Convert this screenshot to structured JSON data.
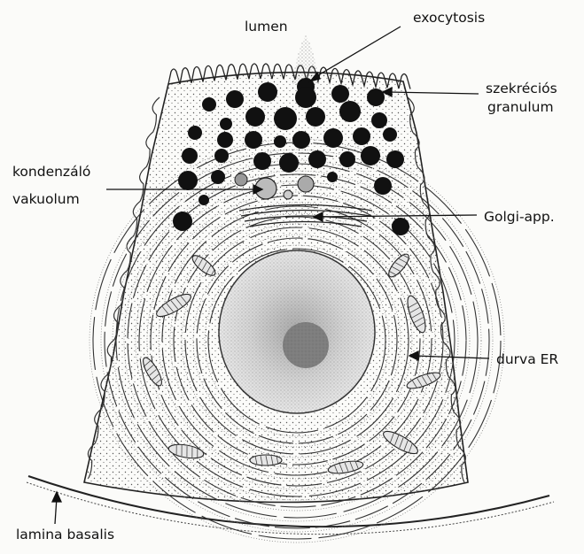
{
  "labels": {
    "lumen": "lumen",
    "exocytosis": "exocytosis",
    "granule_line1": "szekréciós",
    "granule_line2": "granulum",
    "vacuole_line1": "kondenzáló",
    "vacuole_line2": "vakuolum",
    "golgi": "Golgi-app.",
    "rough_er": "durva ER",
    "basal_lamina": "lamina basalis"
  },
  "colors": {
    "ink": "#1a1a1a",
    "paper": "#fbfbf9",
    "granule": "#111111",
    "nucleus": "#cfcfcf"
  }
}
